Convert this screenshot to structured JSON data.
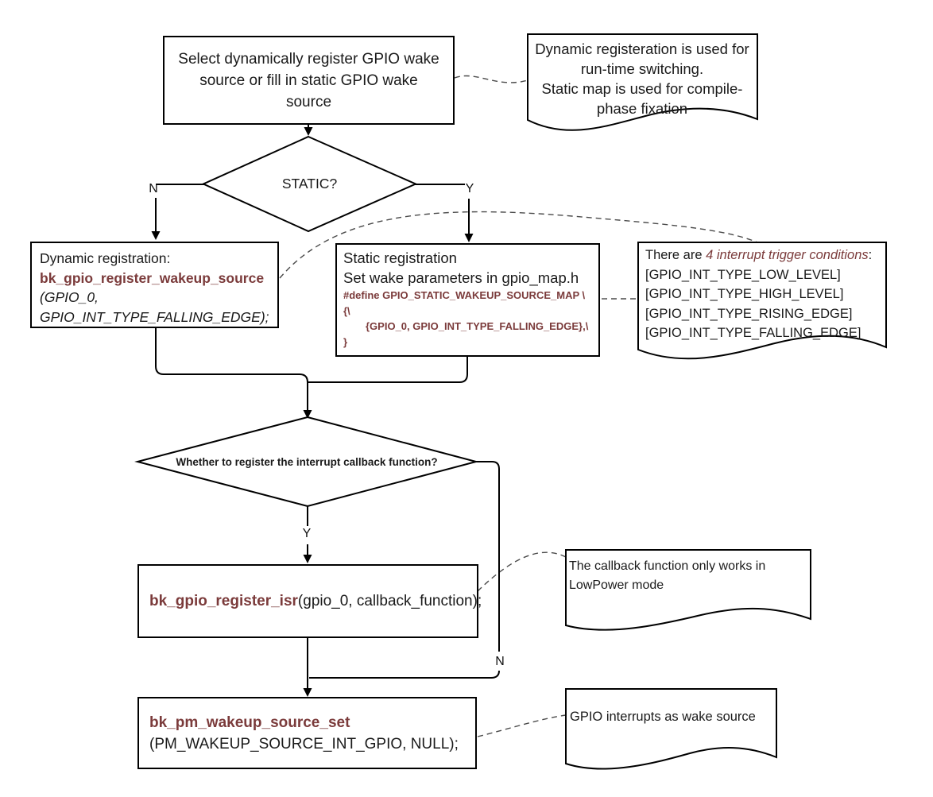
{
  "colors": {
    "code_maroon": "#7b3b3b",
    "line_black": "#000000",
    "dash_gray": "#4a4a4a"
  },
  "top_box": {
    "text": "Select dynamically register GPIO wake source or fill in static GPIO wake source"
  },
  "top_note": {
    "line1": "Dynamic registeration is used for run-time switching.",
    "line2": "Static map is used for compile-phase fixation"
  },
  "decision1": {
    "label": "STATIC?",
    "no_label": "N",
    "yes_label": "Y"
  },
  "dynamic_box": {
    "title": "Dynamic registration:",
    "func": "bk_gpio_register_wakeup_source",
    "arg_line1": "(GPIO_0,",
    "arg_line2": "GPIO_INT_TYPE_FALLING_EDGE);"
  },
  "static_box": {
    "title": "Static registration",
    "subtitle": "Set wake parameters in gpio_map.h",
    "code_line1": "#define GPIO_STATIC_WAKEUP_SOURCE_MAP  \\",
    "code_line2": "{\\",
    "code_line3": "{GPIO_0, GPIO_INT_TYPE_FALLING_EDGE},\\",
    "code_line4": "}"
  },
  "trigger_note": {
    "prefix": "There are ",
    "highlight": "4 interrupt trigger conditions",
    "suffix": ":",
    "items": [
      "[GPIO_INT_TYPE_LOW_LEVEL]",
      "[GPIO_INT_TYPE_HIGH_LEVEL]",
      "[GPIO_INT_TYPE_RISING_EDGE]",
      "[GPIO_INT_TYPE_FALLING_EDGE]"
    ]
  },
  "decision2": {
    "label": "Whether to register the interrupt callback function?",
    "yes_label": "Y",
    "no_label": "N"
  },
  "isr_box": {
    "func": "bk_gpio_register_isr",
    "args": "(gpio_0, callback_function);"
  },
  "callback_note": {
    "text": "The callback function only works in LowPower mode"
  },
  "pm_box": {
    "func": "bk_pm_wakeup_source_set",
    "args": "(PM_WAKEUP_SOURCE_INT_GPIO, NULL);"
  },
  "wake_note": {
    "text": "GPIO interrupts as wake source"
  }
}
